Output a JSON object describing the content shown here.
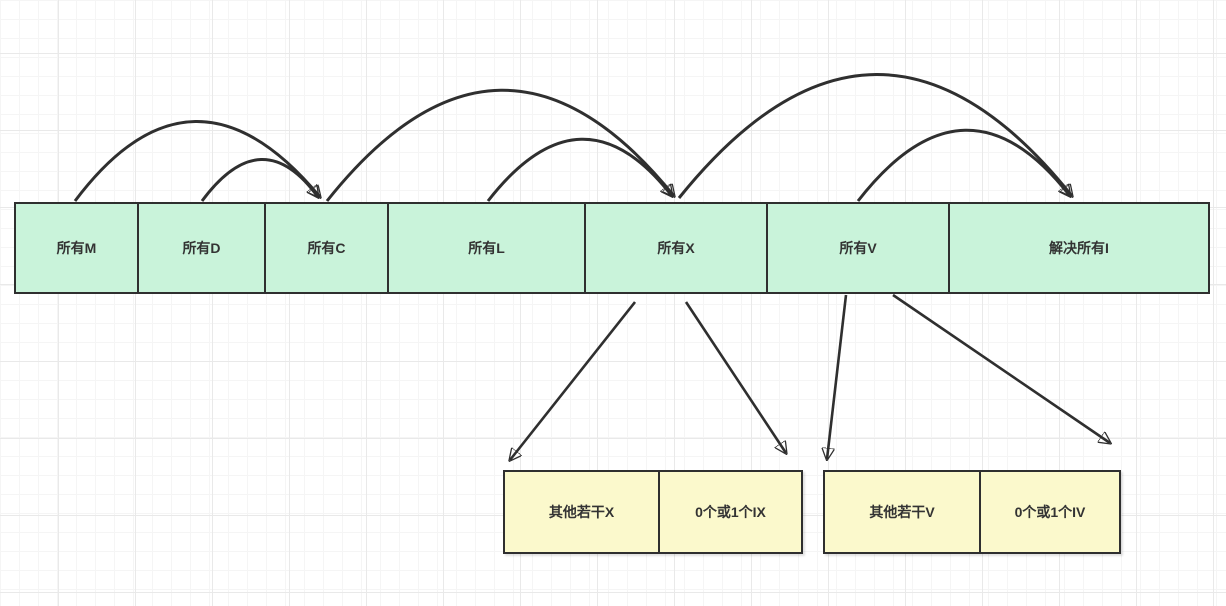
{
  "canvas": {
    "background": "#ffffff",
    "grid_minor_color": "#f5f5f5",
    "grid_major_color": "#e9e9e9"
  },
  "colors": {
    "bar_fill": "#c9f3da",
    "sub_box_fill": "#fbf9cc",
    "border": "#2f2f2f",
    "arrow": "#2f2f2f",
    "text": "#333333"
  },
  "main_bar": {
    "cells": [
      {
        "label": "所有M"
      },
      {
        "label": "所有D"
      },
      {
        "label": "所有C"
      },
      {
        "label": "所有L"
      },
      {
        "label": "所有X"
      },
      {
        "label": "所有V"
      },
      {
        "label": "解决所有I"
      }
    ]
  },
  "sub_boxes": [
    {
      "cells": [
        {
          "label": "其他若干X"
        },
        {
          "label": "0个或1个IX"
        }
      ]
    },
    {
      "cells": [
        {
          "label": "其他若干V"
        },
        {
          "label": "0个或1个IV"
        }
      ]
    }
  ],
  "connections": [
    {
      "from": "所有M",
      "to": "所有C",
      "style": "arc"
    },
    {
      "from": "所有D",
      "to": "所有C",
      "style": "arc"
    },
    {
      "from": "所有C",
      "to": "所有X",
      "style": "arc"
    },
    {
      "from": "所有L",
      "to": "所有X",
      "style": "arc"
    },
    {
      "from": "所有X",
      "to": "解决所有I",
      "style": "arc"
    },
    {
      "from": "所有V",
      "to": "解决所有I",
      "style": "arc"
    },
    {
      "from": "所有X",
      "to": "其他若干X",
      "style": "straight"
    },
    {
      "from": "所有X",
      "to": "0个或1个IX",
      "style": "straight"
    },
    {
      "from": "所有V",
      "to": "其他若干V",
      "style": "straight"
    },
    {
      "from": "所有V",
      "to": "0个或1个IV",
      "style": "straight"
    }
  ]
}
